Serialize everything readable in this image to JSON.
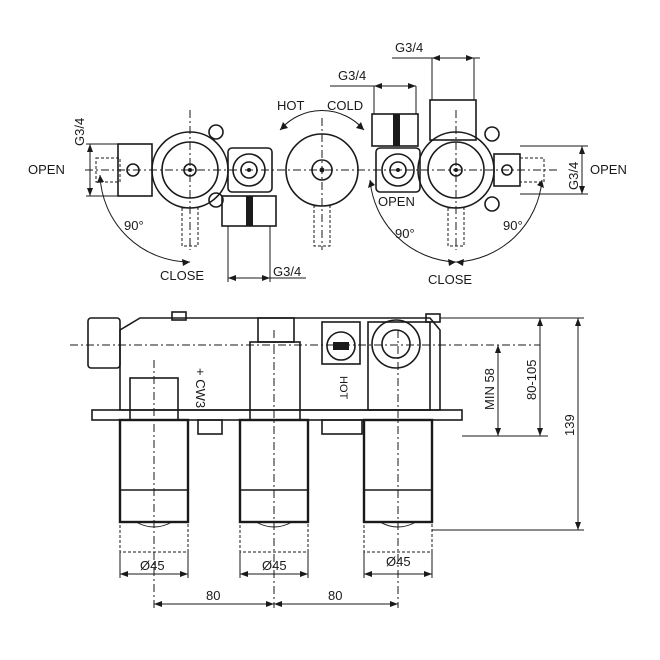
{
  "top_view": {
    "left_side_label": "OPEN",
    "right_side_label": "OPEN",
    "left_thread": "G3/4",
    "right_thread": "G3/4",
    "top_thread_upper": "G3/4",
    "top_thread_lower": "G3/4",
    "bottom_thread": "G3/4",
    "hot_label": "HOT",
    "cold_label": "COLD",
    "left_angle": "90°",
    "center_angle": "90°",
    "right_angle": "90°",
    "left_close": "CLOSE",
    "right_close": "CLOSE",
    "center_open": "OPEN"
  },
  "front_view": {
    "min_label": "MIN 58",
    "range_label": "80-105",
    "overall_label": "139",
    "diameter_left": "Ø45",
    "diameter_center": "Ø45",
    "diameter_right": "Ø45",
    "spacing_left": "80",
    "spacing_right": "80",
    "hot_stamp": "HOT",
    "body_mark": "+ CW3"
  }
}
